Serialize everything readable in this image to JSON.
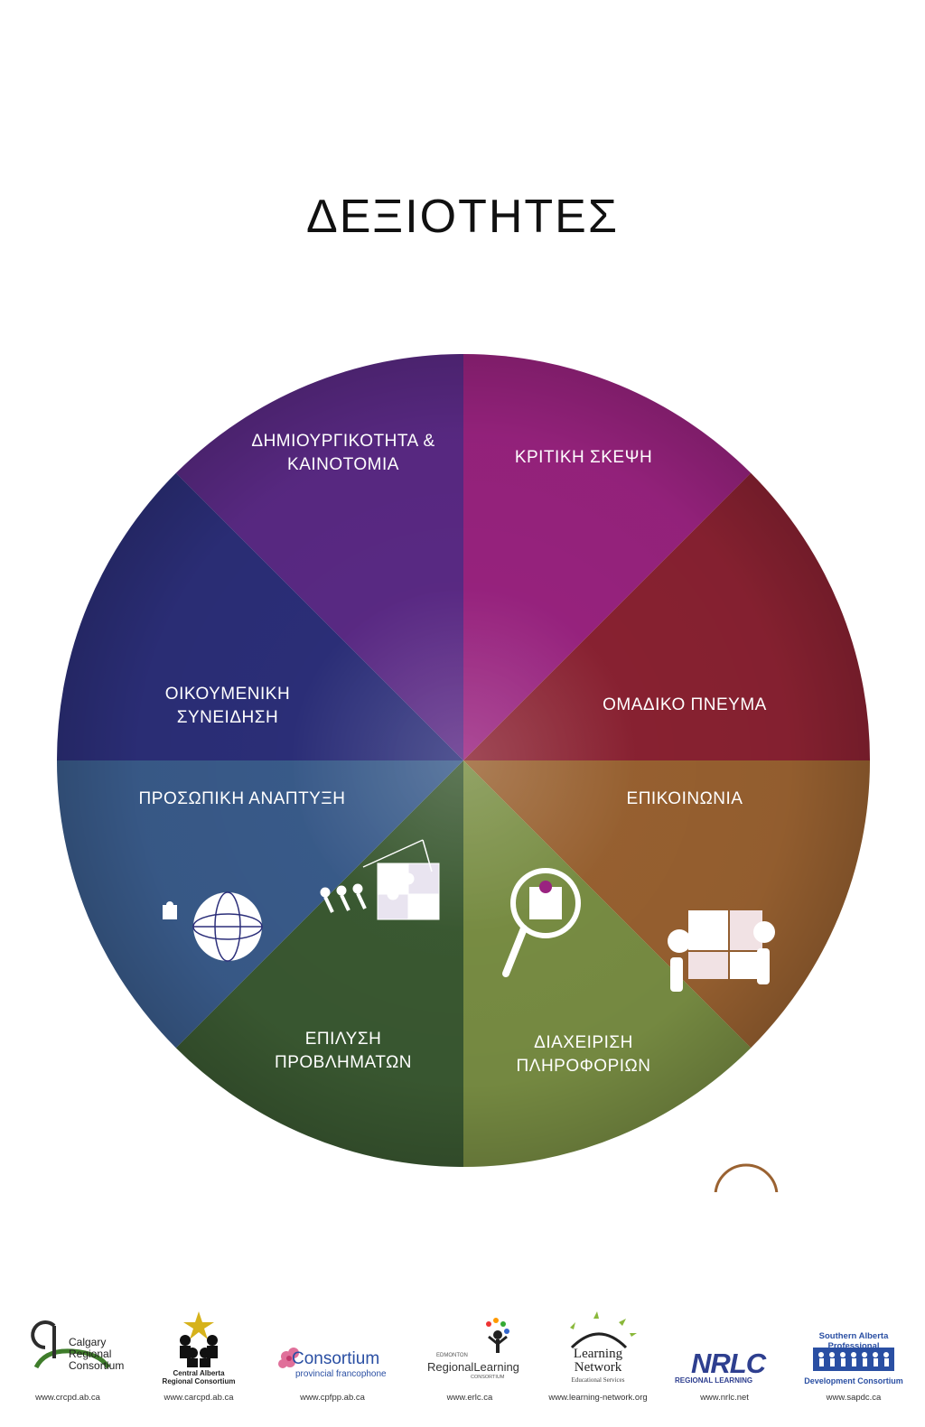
{
  "title": "ΔΕΞΙΟΤΗΤΕΣ",
  "segments": [
    {
      "label_lines": [
        "ΔΗΜΙΟΥΡΓΙΚΟΤΗΤΑ &",
        "ΚΑΙΝΟΤΟΜΙΑ"
      ],
      "color": "#5b2a86",
      "icon": "puzzle-pull-icon"
    },
    {
      "label_lines": [
        "ΚΡΙΤΙΚΗ ΣΚΕΨΗ"
      ],
      "color": "#9a2380",
      "icon": "magnifier-puzzle-icon"
    },
    {
      "label_lines": [
        "ΟΜΑΔΙΚΟ ΠΝΕΥΜΑ"
      ],
      "color": "#8b2232",
      "icon": "team-puzzle-icon"
    },
    {
      "label_lines": [
        "ΕΠΙΚΟΙΝΩΝΙΑ"
      ],
      "color": "#9a6231",
      "icon": "speech-bubbles-puzzle-icon"
    },
    {
      "label_lines": [
        "ΔΙΑΧΕΙΡΙΣΗ",
        "ΠΛΗΡΟΦΟΡΙΩΝ"
      ],
      "color": "#7a8f44",
      "icon": "network-puzzle-icon"
    },
    {
      "label_lines": [
        "ΕΠΙΛΥΣΗ",
        "ΠΡΟΒΛΗΜΑΤΩΝ"
      ],
      "color": "#3b5a32",
      "icon": "puzzle-cube-icon"
    },
    {
      "label_lines": [
        "ΠΡΟΣΩΠΙΚΗ ΑΝΑΠΤΥΞΗ"
      ],
      "color": "#3a5c8c",
      "icon": "climbing-puzzle-icon"
    },
    {
      "label_lines": [
        "ΟΙΚΟΥΜΕΝΙΚΗ",
        "ΣΥΝΕΙΔΗΣΗ"
      ],
      "color": "#2c2f7a",
      "icon": "globe-puzzle-icon"
    }
  ],
  "footer": {
    "logos": [
      {
        "name_lines": [
          "Calgary",
          "Regional",
          "Consortium"
        ],
        "url": "www.crcpd.ab.ca"
      },
      {
        "name_lines": [
          "Central Alberta",
          "Regional Consortium"
        ],
        "url": "www.carcpd.ab.ca"
      },
      {
        "name_lines": [
          "Consortium",
          "provincial francophone"
        ],
        "url": "www.cpfpp.ab.ca"
      },
      {
        "name_lines": [
          "EDMONTON",
          "RegionalLearning",
          "CONSORTIUM"
        ],
        "url": "www.erlc.ca"
      },
      {
        "name_lines": [
          "Learning",
          "Network",
          "Educational Services"
        ],
        "url": "www.learning-network.org"
      },
      {
        "name_lines": [
          "NRLC",
          "REGIONAL LEARNING"
        ],
        "url": "www.nrlc.net"
      },
      {
        "name_lines": [
          "Southern Alberta Professional",
          "Development Consortium"
        ],
        "url": "www.sapdc.ca"
      }
    ]
  }
}
